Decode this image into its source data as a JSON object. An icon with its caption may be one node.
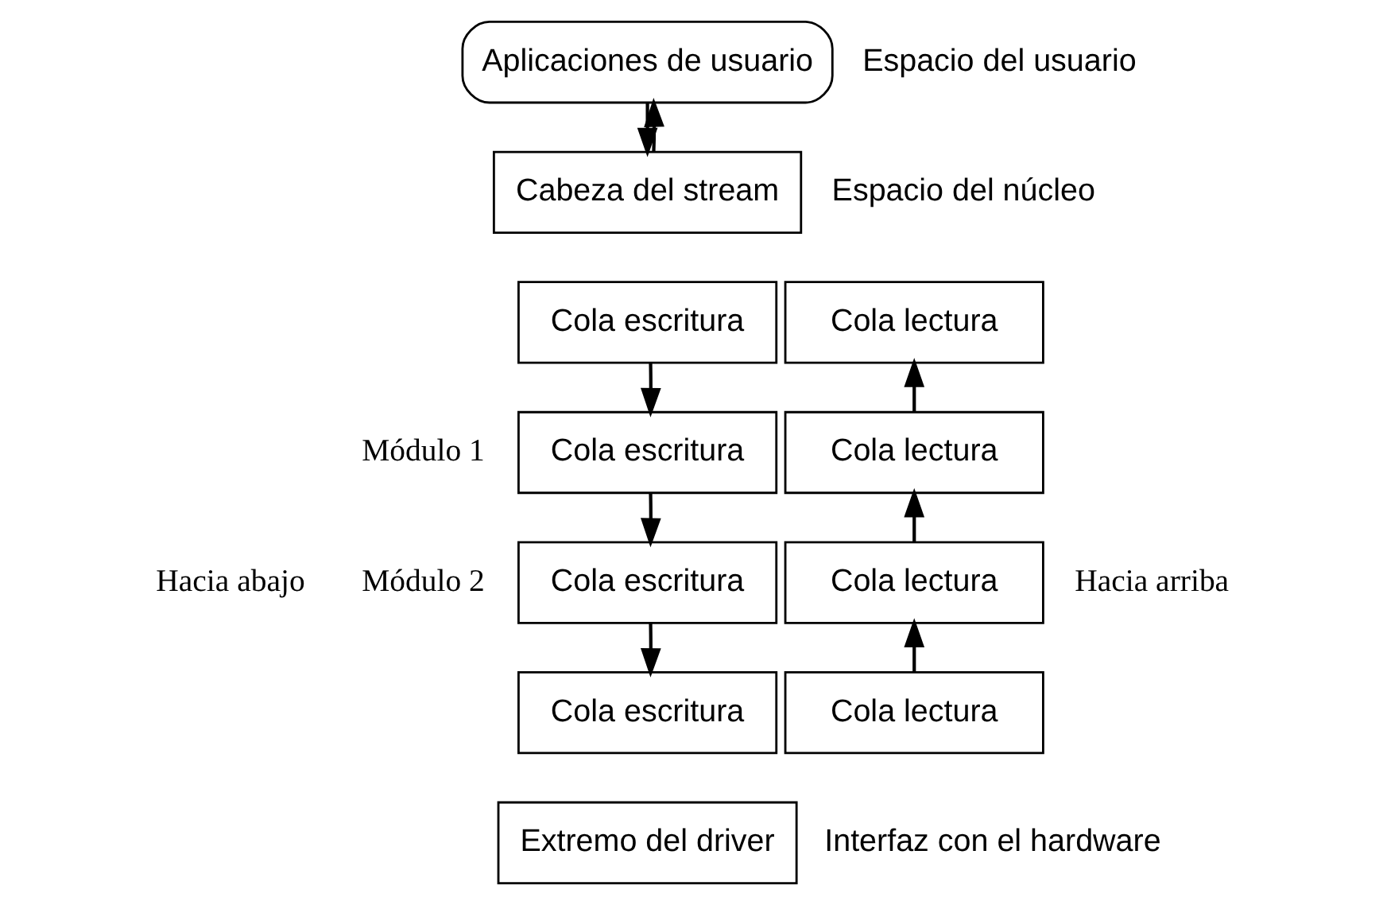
{
  "diagram": {
    "nodes": [
      {
        "text": [
          "Aplicaciones de usuario"
        ]
      },
      {
        "text": [
          "Cabeza del stream"
        ]
      },
      {
        "text": [
          "Cola escritura"
        ]
      },
      {
        "text": [
          "Cola lectura"
        ]
      },
      {
        "text": [
          "Cola escritura"
        ]
      },
      {
        "text": [
          "Cola lectura"
        ]
      },
      {
        "text": [
          "Cola escritura"
        ]
      },
      {
        "text": [
          "Cola lectura"
        ]
      },
      {
        "text": [
          "Cola escritura"
        ]
      },
      {
        "text": [
          "Cola lectura"
        ]
      },
      {
        "text": [
          "Extremo del driver"
        ]
      }
    ],
    "edges": [
      {
        "from": 0,
        "to": 1,
        "arrow": "to"
      },
      {
        "from": 1,
        "to": 0,
        "arrow": "to"
      },
      {
        "from": 2,
        "to": 4,
        "arrow": "to"
      },
      {
        "from": 5,
        "to": 3,
        "arrow": "to"
      },
      {
        "from": 4,
        "to": 6,
        "arrow": "to"
      },
      {
        "from": 7,
        "to": 5,
        "arrow": "to"
      },
      {
        "from": 6,
        "to": 8,
        "arrow": "to"
      },
      {
        "from": 9,
        "to": 7,
        "arrow": "to"
      }
    ],
    "labels": [
      "Espacio del usuario",
      "Espacio del núcleo",
      "Módulo 1",
      "Módulo 2",
      "Hacia abajo",
      "Hacia arriba",
      "Interfaz con el hardware"
    ]
  }
}
